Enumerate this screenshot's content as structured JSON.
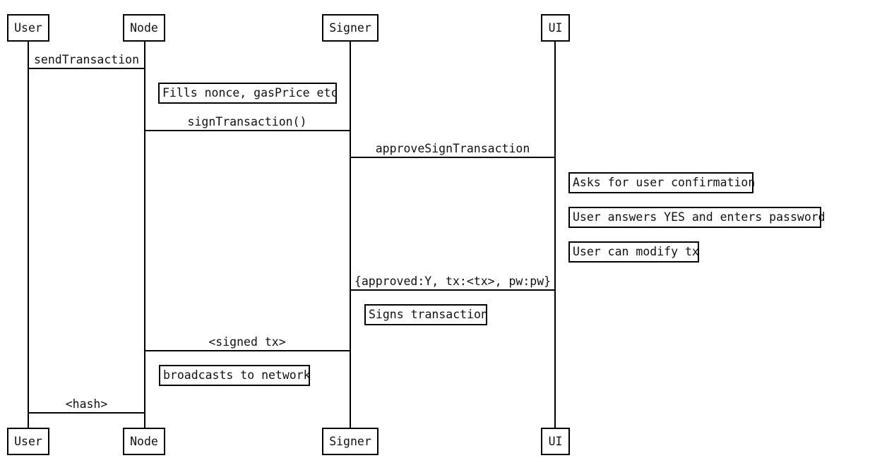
{
  "diagram": {
    "type": "sequence-diagram",
    "colors": {
      "stroke": "#000000",
      "background": "#ffffff",
      "text": "#111111"
    },
    "actors": [
      {
        "name": "User"
      },
      {
        "name": "Node"
      },
      {
        "name": "Signer"
      },
      {
        "name": "UI"
      }
    ],
    "messages": [
      {
        "from": "User",
        "to": "Node",
        "label": "sendTransaction"
      },
      {
        "from": "Node",
        "to": "Signer",
        "label": "signTransaction()"
      },
      {
        "from": "Signer",
        "to": "UI",
        "label": "approveSignTransaction"
      },
      {
        "from": "UI",
        "to": "Signer",
        "label": "{approved:Y, tx:<tx>, pw:pw}"
      },
      {
        "from": "Signer",
        "to": "Node",
        "label": "<signed tx>"
      },
      {
        "from": "Node",
        "to": "User",
        "label": "<hash>"
      }
    ],
    "notes": [
      {
        "over": "Node",
        "text": "Fills nonce, gasPrice etc"
      },
      {
        "over": "UI",
        "text": "Asks for user confirmation"
      },
      {
        "over": "UI",
        "text": "User answers YES and enters password"
      },
      {
        "over": "UI",
        "text": "User can modify tx"
      },
      {
        "over": "Signer",
        "text": "Signs transaction"
      },
      {
        "over": "Node",
        "text": "broadcasts to network"
      }
    ]
  }
}
